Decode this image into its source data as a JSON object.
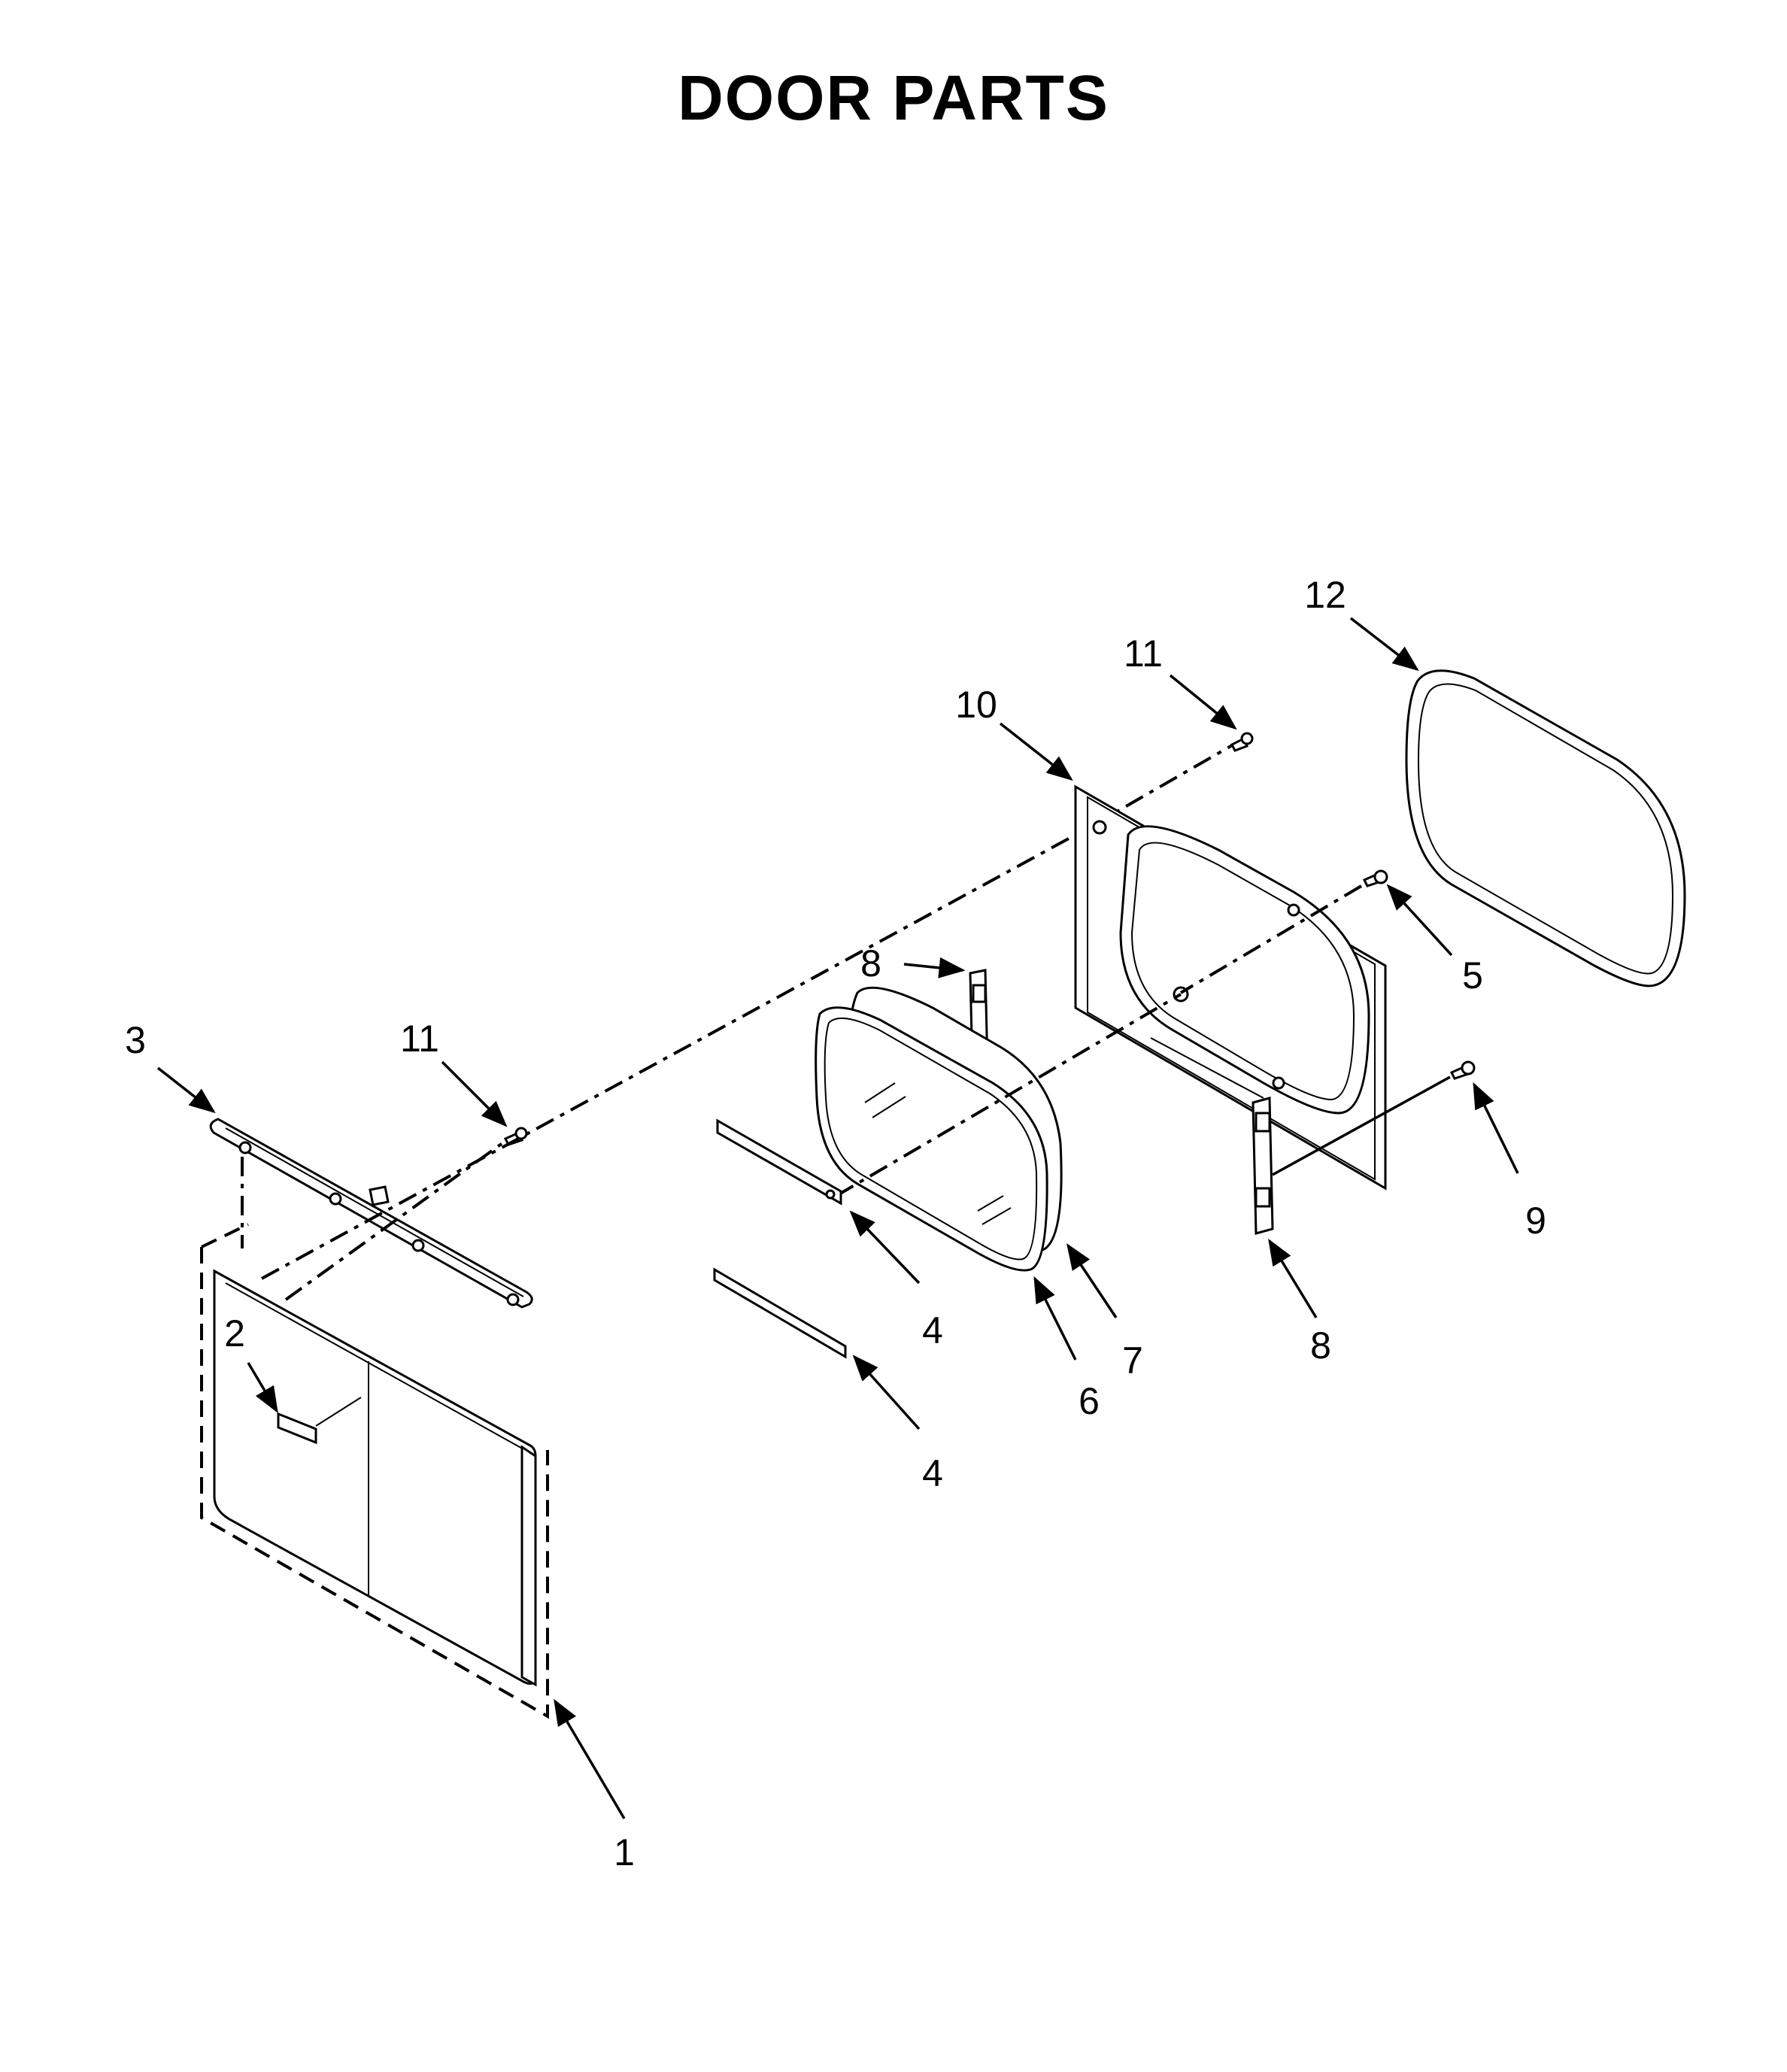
{
  "title": "DOOR PARTS",
  "callouts": [
    "1",
    "2",
    "3",
    "4",
    "4",
    "5",
    "6",
    "7",
    "8",
    "8",
    "9",
    "10",
    "11",
    "11",
    "12"
  ]
}
